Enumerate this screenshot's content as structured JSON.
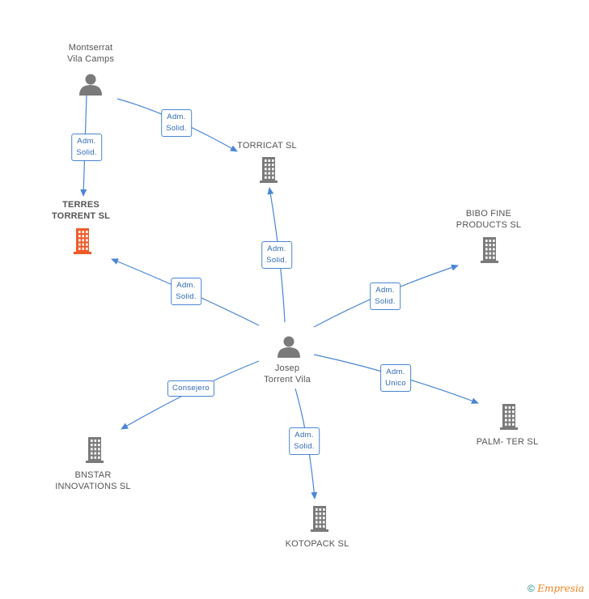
{
  "colors": {
    "edge": "#4a86d4",
    "node_gray": "#7a7a7a",
    "node_focus": "#f05a28"
  },
  "nodes": [
    {
      "id": "montserrat",
      "type": "person",
      "label": "Montserrat\nVila Camps"
    },
    {
      "id": "terres",
      "type": "company",
      "label": "TERRES\nTORRENT SL",
      "focus": true
    },
    {
      "id": "torricat",
      "type": "company",
      "label": "TORRICAT SL"
    },
    {
      "id": "bibo",
      "type": "company",
      "label": "BIBO FINE\nPRODUCTS  SL"
    },
    {
      "id": "josep",
      "type": "person",
      "label": "Josep\nTorrent Vila"
    },
    {
      "id": "palmter",
      "type": "company",
      "label": "PALM- TER SL"
    },
    {
      "id": "bnstar",
      "type": "company",
      "label": "BNSTAR\nINNOVATIONS SL"
    },
    {
      "id": "kotopack",
      "type": "company",
      "label": "KOTOPACK  SL"
    }
  ],
  "edges": [
    {
      "from": "montserrat",
      "to": "terres",
      "label": "Adm.\nSolid."
    },
    {
      "from": "montserrat",
      "to": "torricat",
      "label": "Adm.\nSolid."
    },
    {
      "from": "josep",
      "to": "torricat",
      "label": "Adm.\nSolid."
    },
    {
      "from": "josep",
      "to": "terres",
      "label": "Adm.\nSolid."
    },
    {
      "from": "josep",
      "to": "bibo",
      "label": "Adm.\nSolid."
    },
    {
      "from": "josep",
      "to": "palmter",
      "label": "Adm.\nUnico"
    },
    {
      "from": "josep",
      "to": "bnstar",
      "label": "Consejero"
    },
    {
      "from": "josep",
      "to": "kotopack",
      "label": "Adm.\nSolid."
    }
  ],
  "footer": {
    "copyright_symbol": "©",
    "brand": "Empresia"
  }
}
